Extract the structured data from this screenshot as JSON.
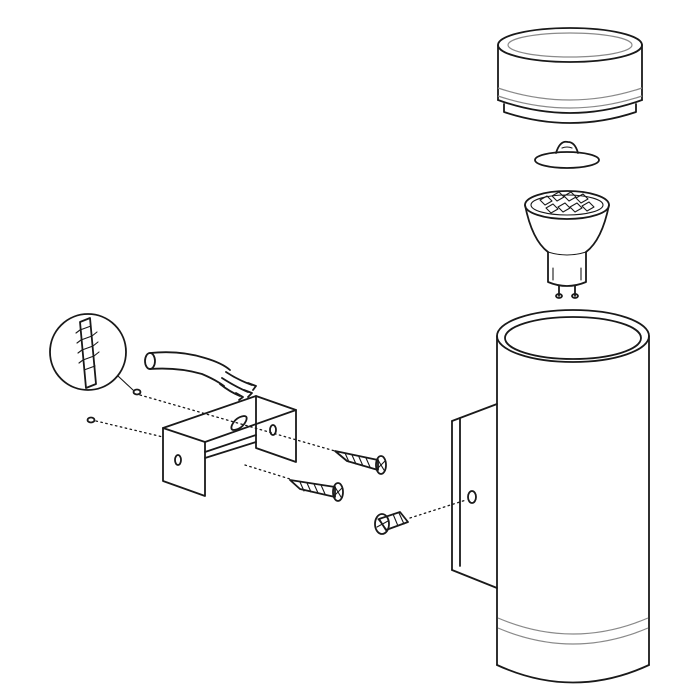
{
  "diagram": {
    "parts": [
      {
        "id": "lens-cap",
        "icon": "glass-cap-icon"
      },
      {
        "id": "gasket",
        "icon": "gasket-icon"
      },
      {
        "id": "led-bulb",
        "icon": "gu10-bulb-icon"
      },
      {
        "id": "lamp-body",
        "icon": "cylinder-housing-icon"
      },
      {
        "id": "mounting-bracket",
        "icon": "bracket-icon"
      },
      {
        "id": "wall-plug-detail",
        "icon": "wall-plug-icon"
      },
      {
        "id": "power-cable",
        "icon": "cable-icon"
      },
      {
        "id": "mounting-screw",
        "icon": "screw-icon",
        "count": 2
      },
      {
        "id": "fixing-screw",
        "icon": "set-screw-icon"
      }
    ],
    "colors": {
      "line": "#1a1a1a",
      "shade": "#8a8a8a",
      "background": "#ffffff"
    }
  }
}
